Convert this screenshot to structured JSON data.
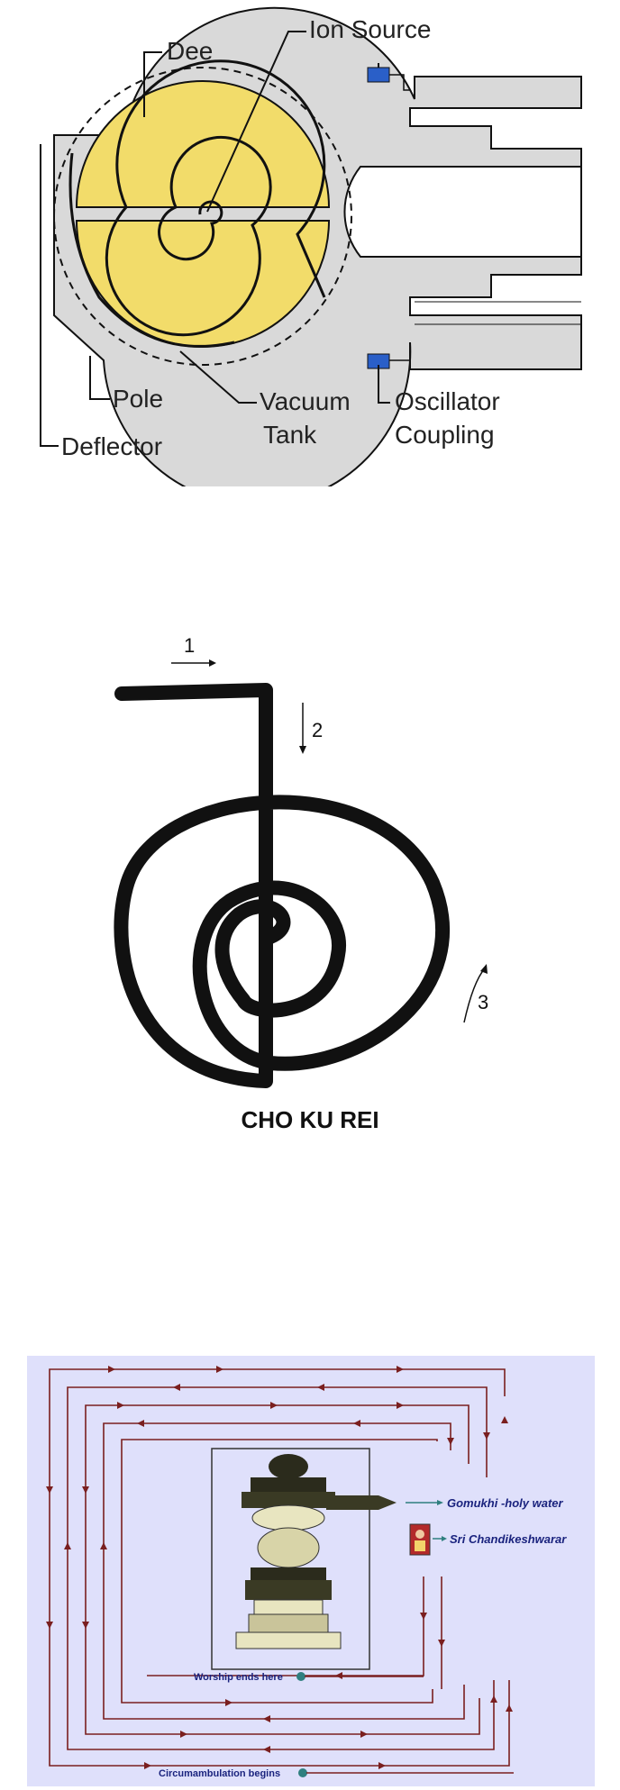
{
  "cyclotron": {
    "labels": {
      "ion_source": "Ion Source",
      "dee": "Dee",
      "pole": "Pole",
      "deflector": "Deflector",
      "vacuum": "Vacuum",
      "tank": "Tank",
      "oscillator": "Oscillator",
      "coupling": "Coupling"
    },
    "colors": {
      "body": "#d9d9d9",
      "dee": "#f2dc6a",
      "coupler": "#2a5fc8",
      "line": "#111111"
    }
  },
  "choku": {
    "title": "CHO KU REI",
    "steps": [
      "1",
      "2",
      "3"
    ]
  },
  "temple": {
    "labels": {
      "gomukhi": "Gomukhi -holy water",
      "chandikeshwarar": "Sri Chandikeshwarar",
      "worship_ends": "Worship ends here",
      "circumambulation": "Circumambulation begins"
    },
    "colors": {
      "background": "#dfe0fb",
      "path": "#7a1f1f",
      "label": "#1a237e",
      "marker": "#2f7f7f"
    }
  }
}
